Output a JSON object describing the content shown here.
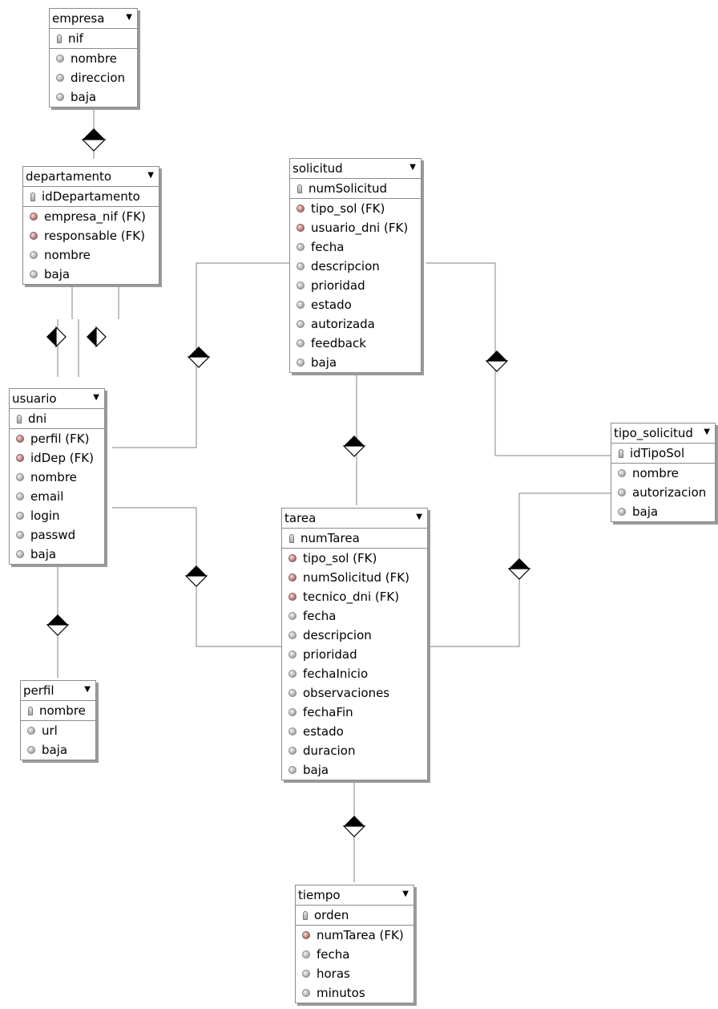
{
  "tables": {
    "empresa": {
      "name": "empresa",
      "pk": "nif",
      "columns": [
        "nombre",
        "direccion",
        "baja"
      ]
    },
    "departamento": {
      "name": "departamento",
      "pk": "idDepartamento",
      "columns": [
        "empresa_nif (FK)",
        "responsable (FK)",
        "nombre",
        "baja"
      ]
    },
    "usuario": {
      "name": "usuario",
      "pk": "dni",
      "columns": [
        "perfil (FK)",
        "idDep (FK)",
        "nombre",
        "email",
        "login",
        "passwd",
        "baja"
      ]
    },
    "perfil": {
      "name": "perfil",
      "pk": "nombre",
      "columns": [
        "url",
        "baja"
      ]
    },
    "solicitud": {
      "name": "solicitud",
      "pk": "numSolicitud",
      "columns": [
        "tipo_sol (FK)",
        "usuario_dni (FK)",
        "fecha",
        "descripcion",
        "prioridad",
        "estado",
        "autorizada",
        "feedback",
        "baja"
      ]
    },
    "tarea": {
      "name": "tarea",
      "pk": "numTarea",
      "columns": [
        "tipo_sol (FK)",
        "numSolicitud (FK)",
        "tecnico_dni (FK)",
        "fecha",
        "descripcion",
        "prioridad",
        "fechaInicio",
        "observaciones",
        "fechaFin",
        "estado",
        "duracion",
        "baja"
      ]
    },
    "tipo_solicitud": {
      "name": "tipo_solicitud",
      "pk": "idTipoSol",
      "columns": [
        "nombre",
        "autorizacion",
        "baja"
      ]
    },
    "tiempo": {
      "name": "tiempo",
      "pk": "orden",
      "columns": [
        "numTarea (FK)",
        "fecha",
        "horas",
        "minutos"
      ]
    }
  },
  "relationships": [
    {
      "from": "empresa",
      "to": "departamento"
    },
    {
      "from": "departamento",
      "to": "usuario"
    },
    {
      "from": "usuario",
      "to": "departamento"
    },
    {
      "from": "usuario",
      "to": "solicitud"
    },
    {
      "from": "tipo_solicitud",
      "to": "solicitud"
    },
    {
      "from": "solicitud",
      "to": "tarea"
    },
    {
      "from": "usuario",
      "to": "tarea"
    },
    {
      "from": "tipo_solicitud",
      "to": "tarea"
    },
    {
      "from": "perfil",
      "to": "usuario"
    },
    {
      "from": "tarea",
      "to": "tiempo"
    }
  ],
  "icons": {
    "dropdown": "chevron-down-icon",
    "primary_key": "key-icon",
    "column": "column-dot-icon",
    "relationship": "diamond-icon"
  },
  "colors": {
    "border": "#8c8c8c",
    "shadow": "#9a9a9a",
    "line": "#9a9a9a",
    "diamond": "#000000",
    "fk_icon": "#c08080"
  }
}
